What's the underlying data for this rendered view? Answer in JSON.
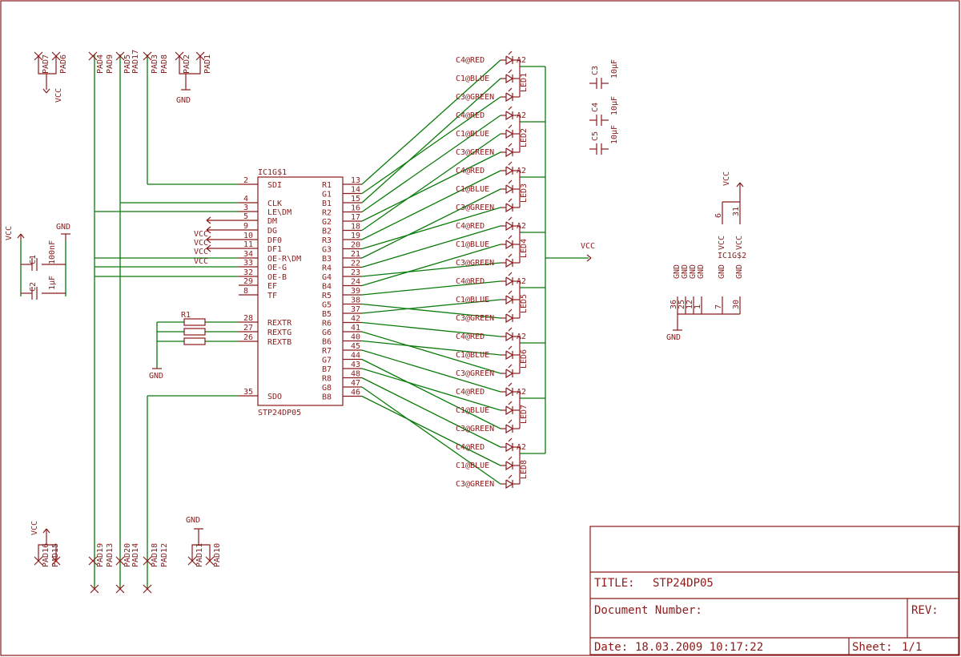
{
  "frame_color": "#8b1a1a",
  "wire_color": "#0a7a0a",
  "ic": {
    "name": "IC1G$1",
    "value": "STP24DP05",
    "left_pins": [
      {
        "num": "2",
        "label": "SDI"
      },
      {
        "num": "4",
        "label": "CLK"
      },
      {
        "num": "3",
        "label": "LE\\DM"
      },
      {
        "num": "5",
        "label": "DM"
      },
      {
        "num": "9",
        "label": "DG"
      },
      {
        "num": "10",
        "label": "DF0"
      },
      {
        "num": "11",
        "label": "DF1"
      },
      {
        "num": "34",
        "label": "OE-R\\DM"
      },
      {
        "num": "33",
        "label": "OE-G"
      },
      {
        "num": "32",
        "label": "OE-B"
      },
      {
        "num": "29",
        "label": "EF"
      },
      {
        "num": "8",
        "label": "TF"
      },
      {
        "num": "28",
        "label": "REXTR"
      },
      {
        "num": "27",
        "label": "REXTG"
      },
      {
        "num": "26",
        "label": "REXTB"
      },
      {
        "num": "35",
        "label": "SDO"
      }
    ],
    "right_pins": [
      {
        "num": "13",
        "label": "R1"
      },
      {
        "num": "14",
        "label": "G1"
      },
      {
        "num": "15",
        "label": "B1"
      },
      {
        "num": "16",
        "label": "R2"
      },
      {
        "num": "17",
        "label": "G2"
      },
      {
        "num": "18",
        "label": "B2"
      },
      {
        "num": "19",
        "label": "R3"
      },
      {
        "num": "20",
        "label": "G3"
      },
      {
        "num": "21",
        "label": "B3"
      },
      {
        "num": "22",
        "label": "R4"
      },
      {
        "num": "23",
        "label": "G4"
      },
      {
        "num": "24",
        "label": "B4"
      },
      {
        "num": "39",
        "label": "R5"
      },
      {
        "num": "38",
        "label": "G5"
      },
      {
        "num": "37",
        "label": "B5"
      },
      {
        "num": "42",
        "label": "R6"
      },
      {
        "num": "41",
        "label": "G6"
      },
      {
        "num": "40",
        "label": "B6"
      },
      {
        "num": "45",
        "label": "R7"
      },
      {
        "num": "44",
        "label": "G7"
      },
      {
        "num": "43",
        "label": "B7"
      },
      {
        "num": "48",
        "label": "R8"
      },
      {
        "num": "47",
        "label": "G8"
      },
      {
        "num": "46",
        "label": "B8"
      }
    ]
  },
  "leds": [
    {
      "name": "LED1",
      "pins": [
        "C4@RED",
        "C1@BLUE",
        "C3@GREEN"
      ],
      "anode": "A2"
    },
    {
      "name": "LED2",
      "pins": [
        "C4@RED",
        "C1@BLUE",
        "C3@GREEN"
      ],
      "anode": "A2"
    },
    {
      "name": "LED3",
      "pins": [
        "C4@RED",
        "C1@BLUE",
        "C3@GREEN"
      ],
      "anode": "A2"
    },
    {
      "name": "LED4",
      "pins": [
        "C4@RED",
        "C1@BLUE",
        "C3@GREEN"
      ],
      "anode": "A2"
    },
    {
      "name": "LED5",
      "pins": [
        "C4@RED",
        "C1@BLUE",
        "C3@GREEN"
      ],
      "anode": "A2"
    },
    {
      "name": "LED6",
      "pins": [
        "C4@RED",
        "C1@BLUE",
        "C3@GREEN"
      ],
      "anode": "A2"
    },
    {
      "name": "LED7",
      "pins": [
        "C4@RED",
        "C1@BLUE",
        "C3@GREEN"
      ],
      "anode": "A2"
    },
    {
      "name": "LED8",
      "pins": [
        "C4@RED",
        "C1@BLUE",
        "C3@GREEN"
      ],
      "anode": "A2"
    }
  ],
  "labels": {
    "vcc": "VCC",
    "gnd": "GND",
    "r1": "R1",
    "c1": "C1",
    "c1_value": "100nF",
    "c2": "C2",
    "c2_value": "1µF",
    "c3": "C3",
    "c3_value": "10µF",
    "c4": "C4",
    "c4_value": "10µF",
    "c5": "C5",
    "c5_value": "10µF",
    "ic2_name": "IC1G$2",
    "ic2_pins": [
      {
        "num": "36",
        "label": "GND"
      },
      {
        "num": "25",
        "label": "GND"
      },
      {
        "num": "12",
        "label": "GND"
      },
      {
        "num": "1",
        "label": "GND"
      },
      {
        "num": "7",
        "label": "GND"
      },
      {
        "num": "30",
        "label": "GND"
      },
      {
        "num": "6",
        "label": "VCC"
      },
      {
        "num": "31",
        "label": "VCC"
      }
    ]
  },
  "pads": {
    "top": [
      "PAD7",
      "PAD6",
      "PAD4",
      "PAD9",
      "PAD5",
      "PAD17",
      "PAD3",
      "PAD8",
      "PAD2",
      "PAD1"
    ],
    "bottom": [
      "PAD16",
      "PAD15",
      "PAD19",
      "PAD13",
      "PAD20",
      "PAD14",
      "PAD18",
      "PAD12",
      "PAD11",
      "PAD10"
    ]
  },
  "titleblock": {
    "title_label": "TITLE:",
    "title": "STP24DP05",
    "docnum_label": "Document Number:",
    "rev_label": "REV:",
    "date_label": "Date:",
    "date": "18.03.2009 10:17:22",
    "sheet_label": "Sheet:",
    "sheet": "1/1"
  }
}
